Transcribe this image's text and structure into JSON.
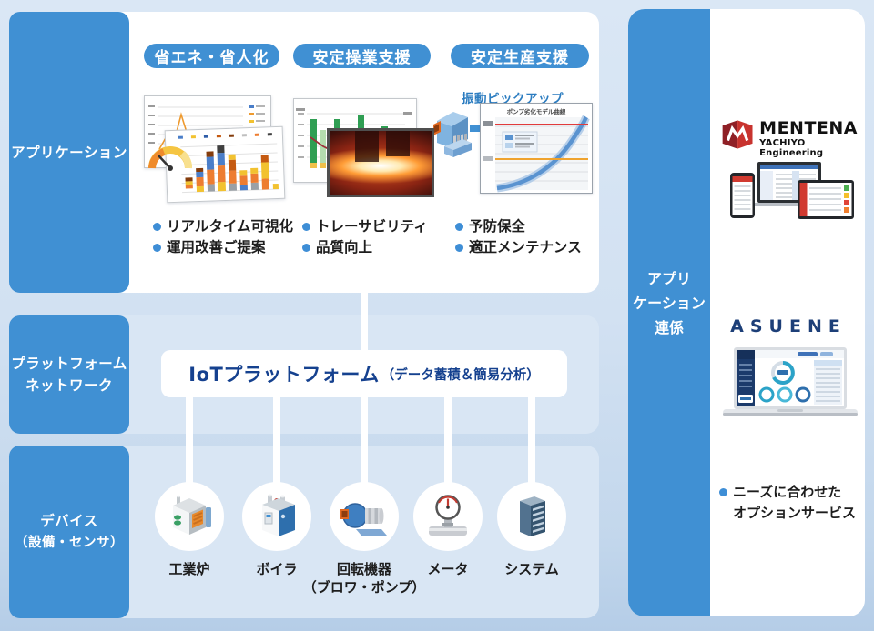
{
  "colors": {
    "accent_blue": "#4090d3",
    "panel_light_blue": "#d9e6f4",
    "iot_navy": "#15418f",
    "mentena_red": "#c8332e",
    "asuene_navy": "#1d3f78"
  },
  "left": {
    "rows": {
      "application": {
        "label": "アプリケーション"
      },
      "platform": {
        "label_line1": "プラットフォーム",
        "label_line2": "ネットワーク"
      },
      "device": {
        "label_line1": "デバイス",
        "label_line2": "（設備・センサ）"
      }
    },
    "columns": [
      {
        "pill": "省エネ・省人化",
        "bullets": [
          "リアルタイム可視化",
          "運用改善ご提案"
        ]
      },
      {
        "pill": "安定操業支援",
        "bullets": [
          "トレーサビリティ",
          "品質向上"
        ]
      },
      {
        "pill": "安定生産支援",
        "bullets": [
          "予防保全",
          "適正メンテナンス"
        ],
        "annotation": "振動ピックアップ",
        "mini_chart_title": "ポンプ劣化モデル曲線"
      }
    ],
    "platform_box": {
      "title": "IoTプラットフォーム",
      "subtitle": "（データ蓄積＆簡易分析）"
    },
    "devices": [
      {
        "label": "工業炉"
      },
      {
        "label": "ボイラ"
      },
      {
        "label": "回転機器",
        "label2": "（ブロワ・ポンプ）"
      },
      {
        "label": "メータ"
      },
      {
        "label": "システム"
      }
    ]
  },
  "right": {
    "label_line1": "アプリ",
    "label_line2": "ケーション",
    "label_line3": "連係",
    "mentena": {
      "name": "MENTENA",
      "sub": "YACHIYO Engineering"
    },
    "asuene": {
      "name": "ASUENE"
    },
    "bullet_line1": "ニーズに合わせた",
    "bullet_line2": "オプションサービス"
  }
}
